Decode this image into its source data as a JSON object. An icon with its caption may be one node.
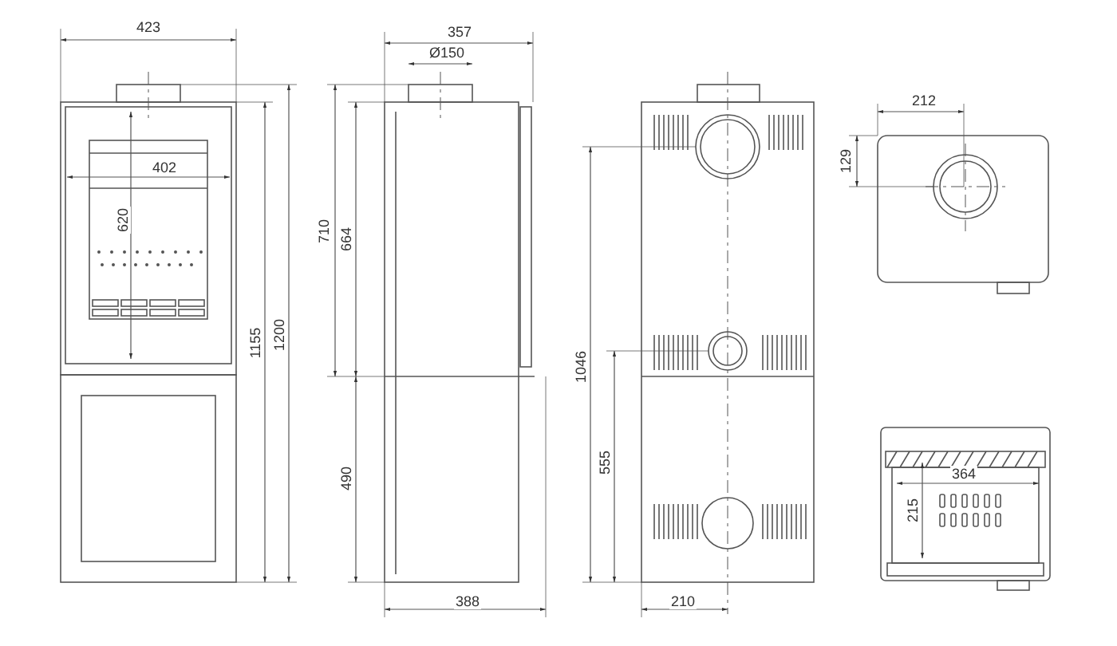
{
  "diagram": {
    "labels": [
      "423",
      "357",
      "Ø150",
      "212",
      "402",
      "129",
      "710",
      "664",
      "620",
      "1155",
      "1200",
      "1046",
      "364",
      "215",
      "490",
      "555",
      "388",
      "210"
    ]
  }
}
